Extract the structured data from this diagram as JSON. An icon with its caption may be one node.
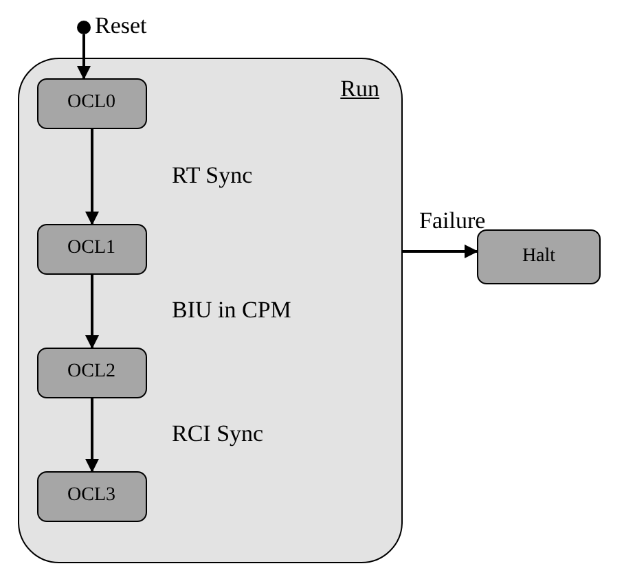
{
  "diagram": {
    "nodes": [
      {
        "text": [
          "Run"
        ]
      },
      {
        "text": [
          "OCL0"
        ],
        "in": 0
      },
      {
        "text": [
          "OCL1"
        ],
        "in": 0
      },
      {
        "text": [
          "OCL2"
        ],
        "in": 0
      },
      {
        "text": [
          "OCL3"
        ],
        "in": 0
      },
      {
        "text": [
          "Halt"
        ]
      },
      {
        "text": [],
        "shape": "circle",
        "beside": [
          "Reset"
        ]
      }
    ],
    "edges": [
      {
        "from": 6,
        "to": 1,
        "arrow": "to"
      },
      {
        "from": 1,
        "to": 2,
        "arrow": "to",
        "label": "RT Sync"
      },
      {
        "from": 2,
        "to": 3,
        "arrow": "to",
        "label": "BIU in CPM"
      },
      {
        "from": 3,
        "to": 4,
        "arrow": "to",
        "label": "RCI Sync"
      },
      {
        "from": 0,
        "to": 5,
        "arrow": "to",
        "label": "Failure"
      }
    ]
  }
}
